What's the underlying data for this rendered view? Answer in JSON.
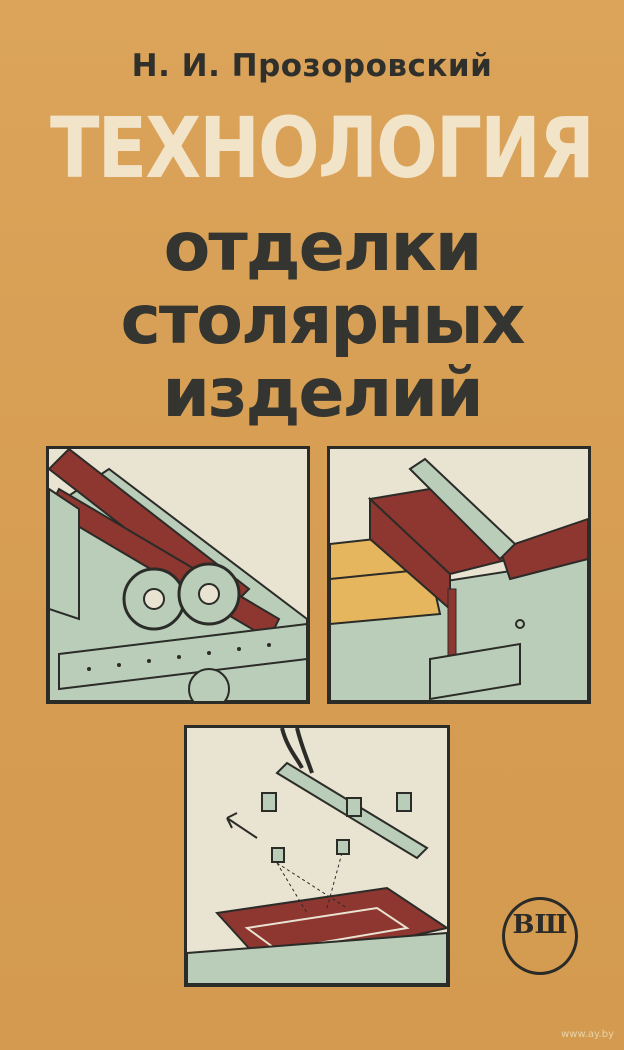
{
  "cover": {
    "author": "Н. И. Прозоровский",
    "title_line1": "ТЕХНОЛОГИЯ",
    "title_line2": "отделки",
    "title_line3": "столярных",
    "title_line4": "изделий",
    "publisher_logo_text": "ВШ",
    "watermark": "www.ay.by"
  },
  "colors": {
    "background": "#d9a155",
    "title_light": "#f1e4c9",
    "text_dark": "#343430",
    "wood_red": "#8e3630",
    "machine_green": "#b9cdb9",
    "panel_bg": "#e9e3d2",
    "plate_yellow": "#e5b65e"
  },
  "illustrations": [
    {
      "name": "roller-coating-machine"
    },
    {
      "name": "curtain-coating-machine"
    },
    {
      "name": "spray-coating-machine"
    }
  ]
}
